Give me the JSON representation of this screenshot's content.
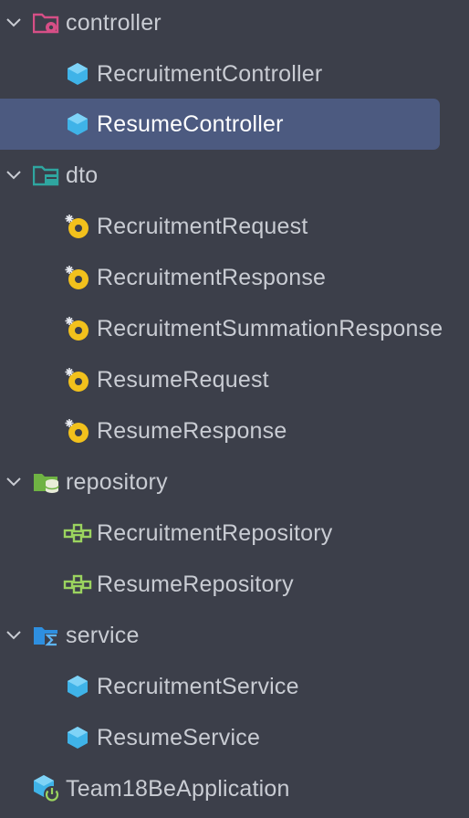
{
  "tree": [
    {
      "type": "folder",
      "label": "controller",
      "icon": "controller-folder-icon",
      "expanded": true
    },
    {
      "type": "child",
      "label": "RecruitmentController",
      "icon": "class-icon"
    },
    {
      "type": "child",
      "label": "ResumeController",
      "icon": "class-icon",
      "selected": true
    },
    {
      "type": "folder",
      "label": "dto",
      "icon": "dto-folder-icon",
      "expanded": true
    },
    {
      "type": "child",
      "label": "RecruitmentRequest",
      "icon": "record-icon"
    },
    {
      "type": "child",
      "label": "RecruitmentResponse",
      "icon": "record-icon"
    },
    {
      "type": "child",
      "label": "RecruitmentSummationResponse",
      "icon": "record-icon"
    },
    {
      "type": "child",
      "label": "ResumeRequest",
      "icon": "record-icon"
    },
    {
      "type": "child",
      "label": "ResumeResponse",
      "icon": "record-icon"
    },
    {
      "type": "folder",
      "label": "repository",
      "icon": "repository-folder-icon",
      "expanded": true
    },
    {
      "type": "child",
      "label": "RecruitmentRepository",
      "icon": "repository-icon"
    },
    {
      "type": "child",
      "label": "ResumeRepository",
      "icon": "repository-icon"
    },
    {
      "type": "folder",
      "label": "service",
      "icon": "service-folder-icon",
      "expanded": true
    },
    {
      "type": "child",
      "label": "RecruitmentService",
      "icon": "class-icon"
    },
    {
      "type": "child",
      "label": "ResumeService",
      "icon": "class-icon"
    },
    {
      "type": "top",
      "label": "Team18BeApplication",
      "icon": "spring-boot-app-icon"
    }
  ],
  "colors": {
    "background": "#3c3f4a",
    "selection": "#4c5a80",
    "text": "#c9ccd3",
    "selected_text": "#ffffff"
  }
}
